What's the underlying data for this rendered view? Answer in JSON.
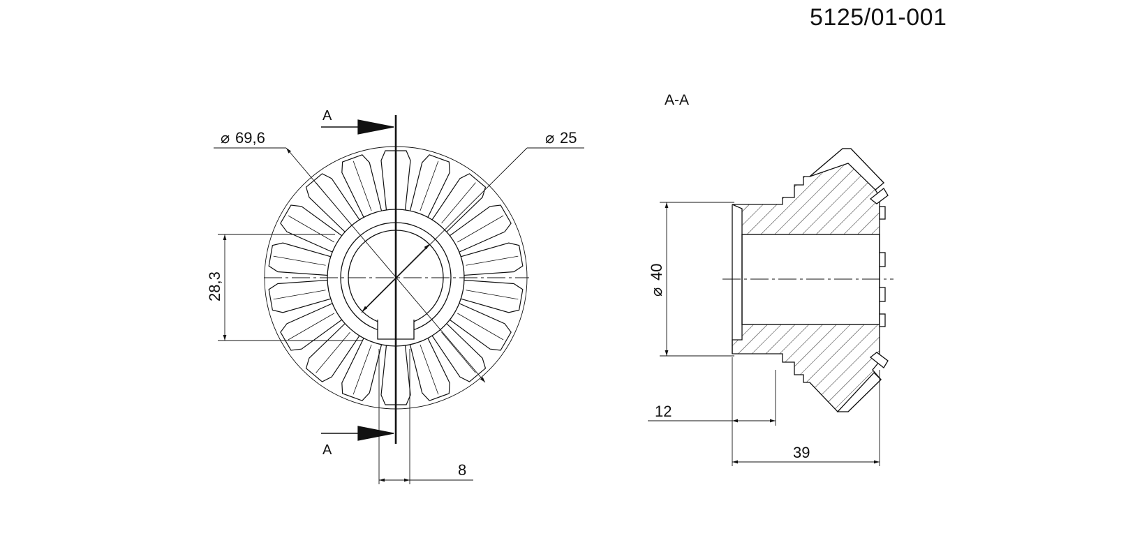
{
  "drawing": {
    "number": "5125/01-001",
    "section_label": "A-A",
    "cut_mark_top": "A",
    "cut_mark_bottom": "A",
    "dimensions": {
      "outer_diameter": "69,6",
      "bore_diameter": "25",
      "key_height": "28,3",
      "key_width": "8",
      "hub_diameter": "40",
      "hub_length": "12",
      "total_length": "39"
    },
    "diameter_symbol": "⌀",
    "tooth_count": 18
  }
}
